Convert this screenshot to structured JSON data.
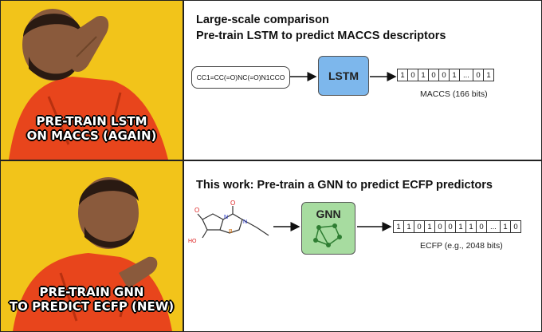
{
  "captions": {
    "top": [
      "PRE-TRAIN LSTM",
      "ON MACCS (AGAIN)"
    ],
    "bottom": [
      "PRE-TRAIN GNN",
      "TO PREDICT ECFP (NEW)"
    ]
  },
  "top_panel": {
    "title_line1": "Large-scale comparison",
    "title_line2": "Pre-train LSTM to predict MACCS descriptors",
    "smiles": "CC1=CC(=O)NC(=O)N1CCO",
    "model": "LSTM",
    "bits": [
      "1",
      "0",
      "1",
      "0",
      "0",
      "1",
      "...",
      "0",
      "1"
    ],
    "bits_label": "MACCS (166 bits)"
  },
  "bottom_panel": {
    "title": "This work: Pre-train a GNN to predict ECFP predictors",
    "model": "GNN",
    "bits": [
      "1",
      "1",
      "0",
      "1",
      "0",
      "0",
      "1",
      "1",
      "0",
      "...",
      "1",
      "0"
    ],
    "bits_label": "ECFP (e.g., 2048 bits)",
    "molecule_labels": {
      "o1": "O",
      "o2": "O",
      "n1": "N",
      "n2": "N",
      "b": "B",
      "ho": "HO"
    }
  },
  "colors": {
    "meme_bg": "#f2c41a",
    "jacket": "#e8451c",
    "lstm": "#7db7ec",
    "gnn": "#a7dca0"
  }
}
